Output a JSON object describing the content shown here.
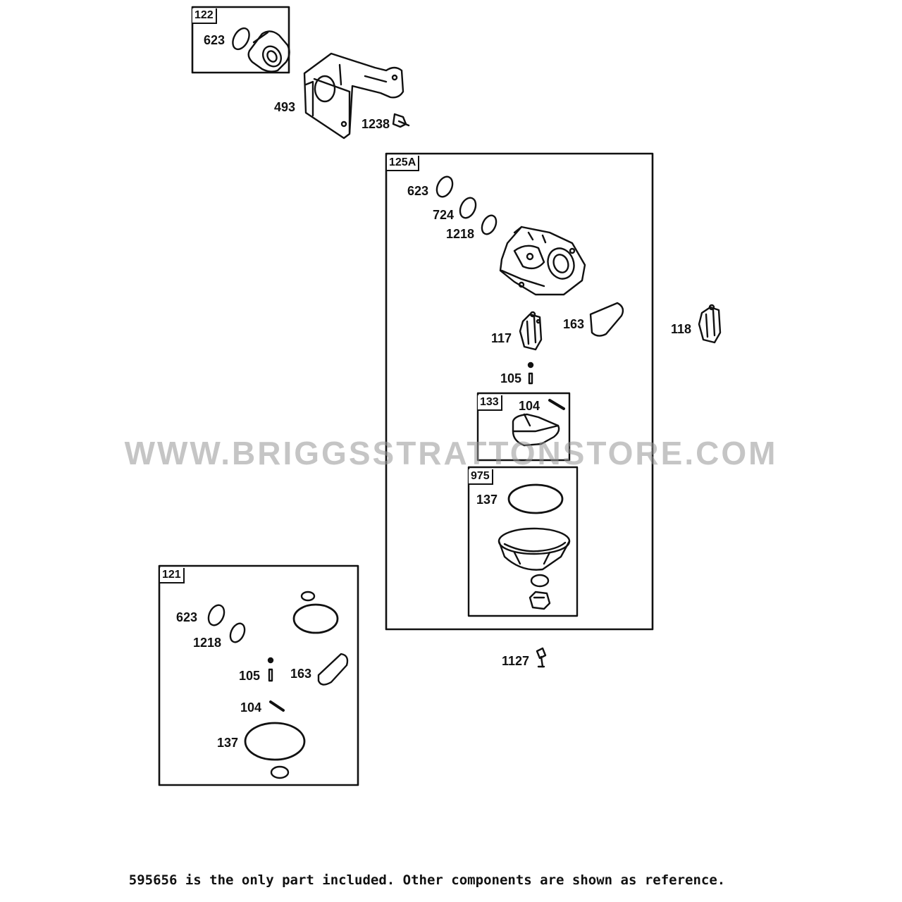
{
  "diagram": {
    "kits": {
      "k122": "122",
      "k125a": "125A",
      "k133": "133",
      "k975": "975",
      "k121": "121"
    },
    "callouts": {
      "c122_623": "623",
      "c493": "493",
      "c1238": "1238",
      "c125a_623": "623",
      "c724": "724",
      "c125a_1218": "1218",
      "c117": "117",
      "c163": "163",
      "c118": "118",
      "c125a_105": "105",
      "c133_104": "104",
      "c975_137": "137",
      "c1127": "1127",
      "c121_623": "623",
      "c121_1218": "1218",
      "c121_105": "105",
      "c121_163": "163",
      "c121_104": "104",
      "c121_137": "137"
    }
  },
  "watermark": "WWW.BRIGGSSTRATTONSTORE.COM",
  "footnote": "595656 is the only part included. Other components are shown as reference.",
  "colors": {
    "ink": "#111111",
    "watermark": "#969696",
    "background": "#ffffff"
  }
}
